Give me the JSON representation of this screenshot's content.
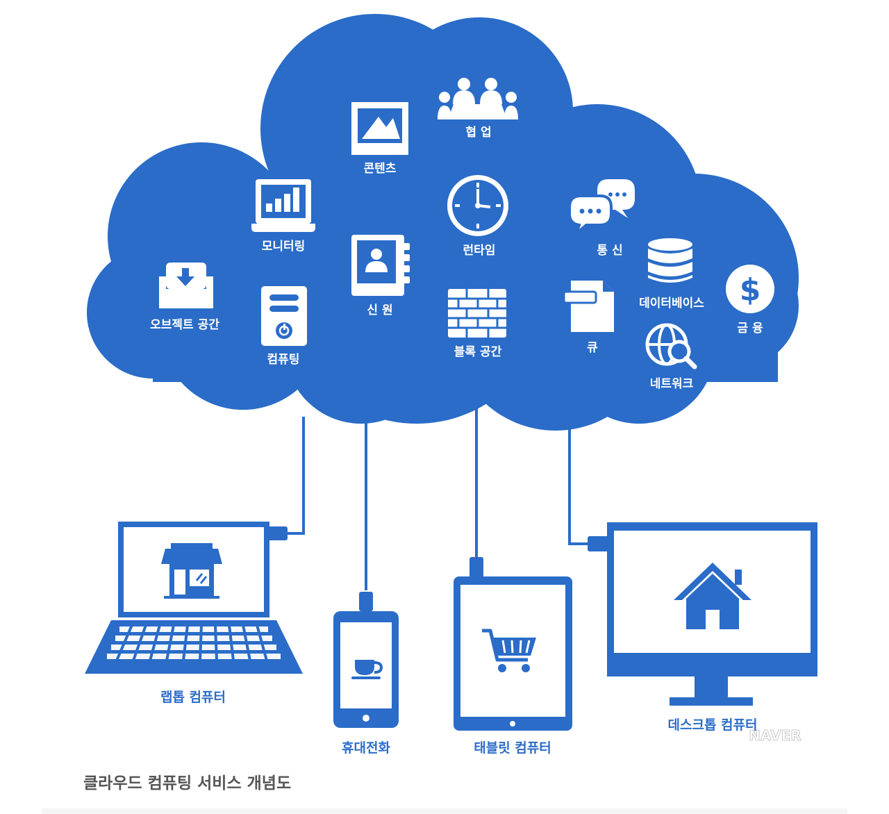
{
  "colors": {
    "primary": "#2a6cc8",
    "white": "#ffffff",
    "caption": "#555555"
  },
  "cloud": {
    "services": [
      {
        "icon": "contents-image-icon",
        "label": "콘텐츠"
      },
      {
        "icon": "collaboration-meeting-icon",
        "label": "협 업"
      },
      {
        "icon": "monitoring-chart-icon",
        "label": "모니터링"
      },
      {
        "icon": "runtime-clock-icon",
        "label": "런타임"
      },
      {
        "icon": "communication-chat-icon",
        "label": "통 신"
      },
      {
        "icon": "object-storage-icon",
        "label": "오브젝트 공간"
      },
      {
        "icon": "identity-contacts-icon",
        "label": "신 원"
      },
      {
        "icon": "database-icon",
        "label": "데이터베이스"
      },
      {
        "icon": "finance-dollar-icon",
        "label": "금 융"
      },
      {
        "icon": "computing-server-icon",
        "label": "컴퓨팅"
      },
      {
        "icon": "block-storage-icon",
        "label": "블록 공간"
      },
      {
        "icon": "queue-document-icon",
        "label": "큐"
      },
      {
        "icon": "network-globe-icon",
        "label": "네트워크"
      }
    ]
  },
  "devices": [
    {
      "icon": "laptop-icon",
      "screen_icon": "store-icon",
      "label": "랩톱 컴퓨터"
    },
    {
      "icon": "mobile-phone-icon",
      "screen_icon": "coffee-cup-icon",
      "label": "휴대전화"
    },
    {
      "icon": "tablet-icon",
      "screen_icon": "shopping-cart-icon",
      "label": "태블릿 컴퓨터"
    },
    {
      "icon": "desktop-monitor-icon",
      "screen_icon": "home-icon",
      "label": "데스크톱 컴퓨터"
    }
  ],
  "watermark": "NAVER",
  "caption": "클라우드 컴퓨팅 서비스 개념도"
}
